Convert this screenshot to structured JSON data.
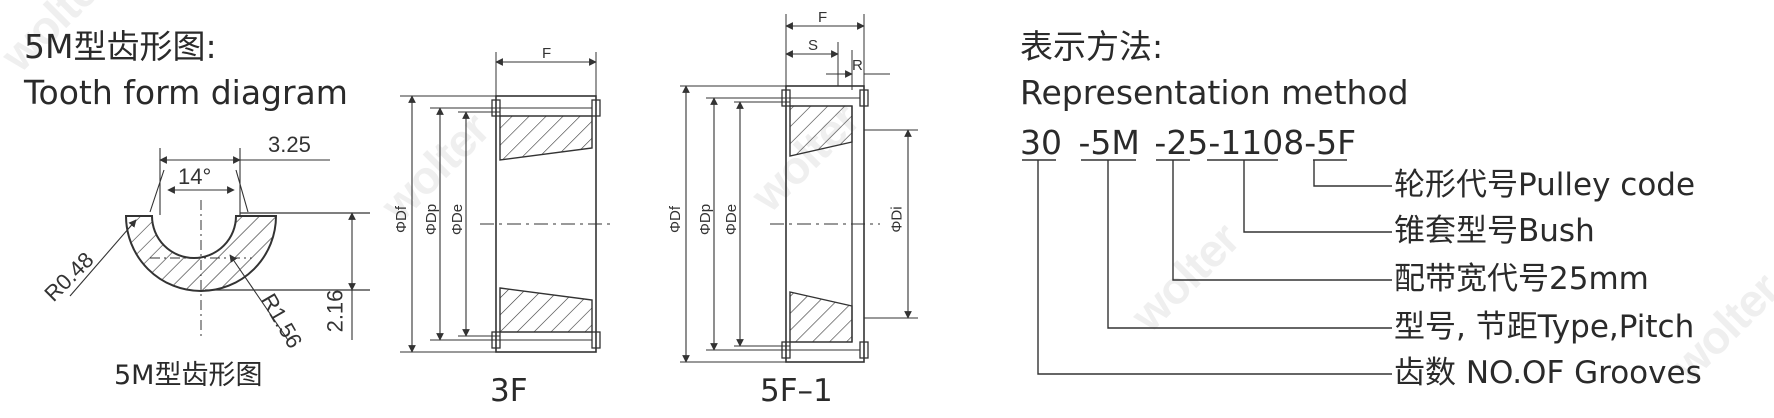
{
  "watermark": "wolter",
  "tooth_form": {
    "title_cn": "5M型齿形图:",
    "title_en": "Tooth form diagram",
    "caption": "5M型齿形图",
    "dim_width": "3.25",
    "dim_angle": "14°",
    "dim_radius_outer": "R0.48",
    "dim_radius_inner": "R1.56",
    "dim_depth": "2.16"
  },
  "pulley_3f": {
    "caption": "3F",
    "label_f": "F",
    "label_df": "ΦDf",
    "label_dp": "ΦDp",
    "label_de": "ΦDe"
  },
  "pulley_5f1": {
    "caption": "5F–1",
    "label_f": "F",
    "label_s": "S",
    "label_r": "R",
    "label_df": "ΦDf",
    "label_dp": "ΦDp",
    "label_de": "ΦDe",
    "label_di": "ΦDi"
  },
  "representation": {
    "title_cn": "表示方法:",
    "title_en": "Representation method",
    "code_parts": [
      "30",
      "5M",
      "25",
      "1108",
      "5F"
    ],
    "separator": "-",
    "items": [
      {
        "cn": "轮形代号",
        "en": "Pulley code"
      },
      {
        "cn": "锥套型号",
        "en": "Bush"
      },
      {
        "cn": "配带宽代号",
        "en": "25mm"
      },
      {
        "cn": "型号, 节距",
        "en": "Type,Pitch"
      },
      {
        "cn": "齿数 ",
        "en": "NO.OF Grooves"
      }
    ]
  }
}
